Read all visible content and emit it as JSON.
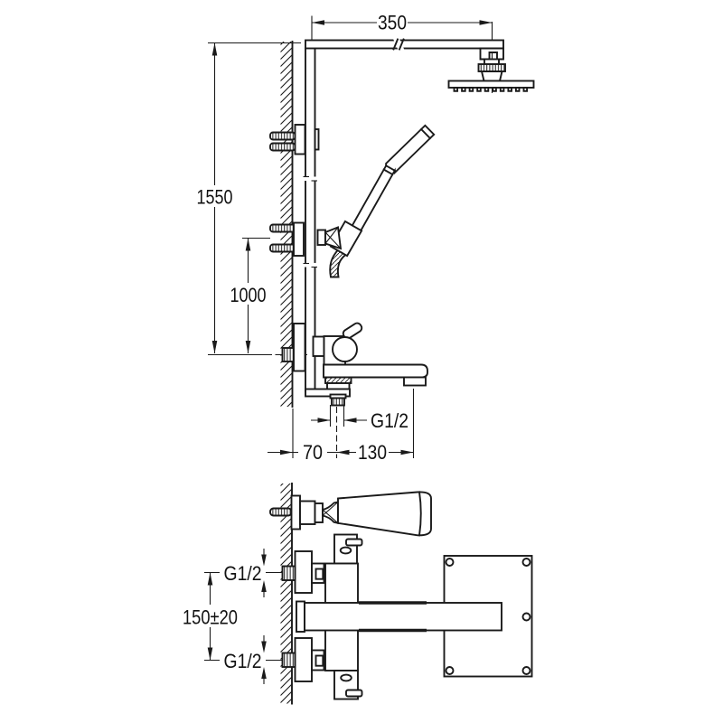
{
  "drawing": {
    "type": "shower-system-installation-diagram",
    "labels": {
      "arm_reach": "350",
      "column_height": "1550",
      "holder_height": "1000",
      "spout_outlet_thread": "G1/2",
      "wall_offset": "70",
      "spout_reach": "130",
      "inlet_top_thread": "G1/2",
      "inlet_spacing": "150±20",
      "inlet_bottom_thread": "G1/2"
    },
    "colors": {
      "line": "#1a1a1a",
      "background": "#ffffff"
    }
  }
}
